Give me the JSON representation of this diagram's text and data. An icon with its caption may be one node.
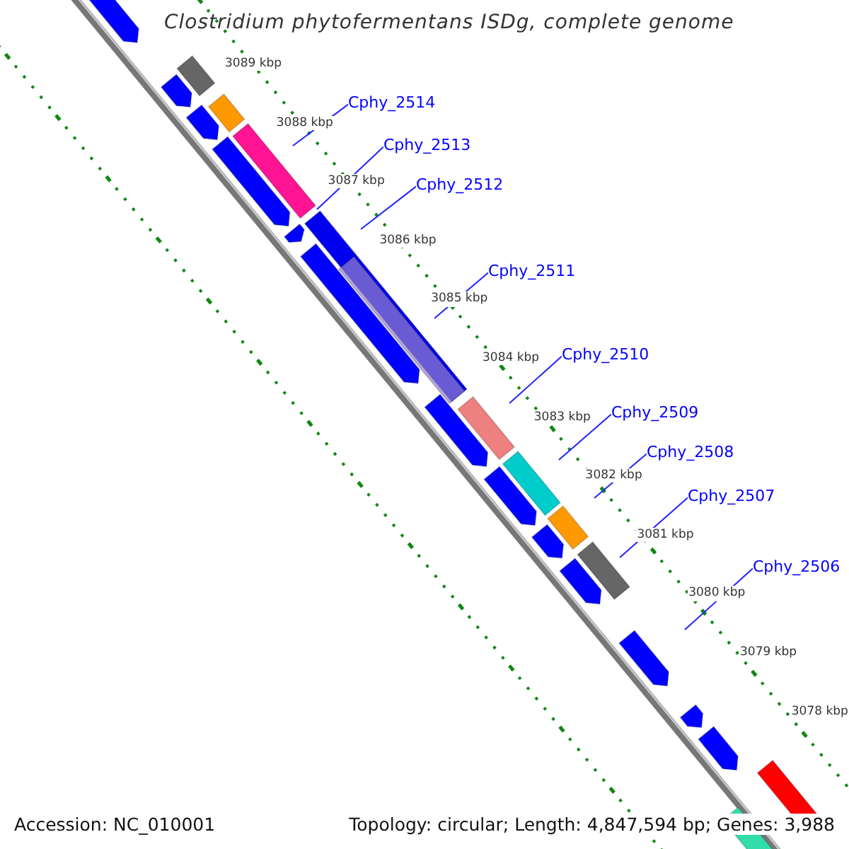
{
  "diagram": {
    "title": "Clostridium phytofermentans ISDg, complete genome",
    "nodes": [
      {
        "text": [
          "Cphy_2514"
        ]
      },
      {
        "text": [
          "Cphy_2513"
        ]
      },
      {
        "text": [
          "Cphy_2512"
        ]
      },
      {
        "text": [
          "Cphy_2511"
        ]
      },
      {
        "text": [
          "Cphy_2510"
        ]
      },
      {
        "text": [
          "Cphy_2509"
        ]
      },
      {
        "text": [
          "Cphy_2508"
        ]
      },
      {
        "text": [
          "Cphy_2507"
        ]
      },
      {
        "text": [
          "Cphy_2506"
        ]
      }
    ],
    "edges": [
      {
        "from": 0,
        "to": null,
        "arrow": "none"
      },
      {
        "from": 1,
        "to": null,
        "arrow": "none"
      },
      {
        "from": 2,
        "to": null,
        "arrow": "none"
      },
      {
        "from": 3,
        "to": null,
        "arrow": "none"
      },
      {
        "from": 4,
        "to": null,
        "arrow": "none"
      },
      {
        "from": 5,
        "to": null,
        "arrow": "none"
      },
      {
        "from": 6,
        "to": null,
        "arrow": "none"
      },
      {
        "from": 7,
        "to": null,
        "arrow": "none"
      },
      {
        "from": 8,
        "to": null,
        "arrow": "none"
      }
    ],
    "labels": [
      "3089 kbp",
      "3088 kbp",
      "3087 kbp",
      "3086 kbp",
      "3085 kbp",
      "3084 kbp",
      "3083 kbp",
      "3082 kbp",
      "3081 kbp",
      "3080 kbp",
      "3079 kbp",
      "3078 kbp",
      "Accession: NC_010001",
      "Topology: circular; Length: 4,847,594 bp; Genes: 3,988"
    ]
  }
}
